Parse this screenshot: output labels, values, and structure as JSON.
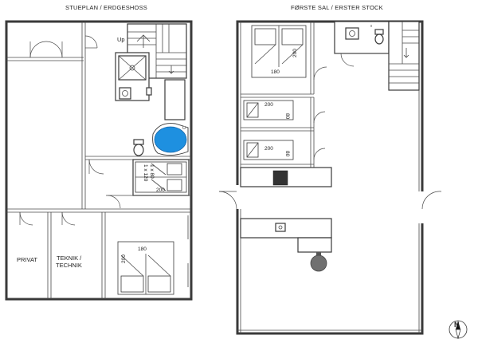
{
  "titles": {
    "ground_floor": "STUEPLAN / ERDGESHOSS",
    "first_floor": "FØRSTE SAL / ERSTER STOCK"
  },
  "stair_label": "Up",
  "rooms": {
    "privat": "PRIVAT",
    "teknik_line1": "TEKNIK /",
    "teknik_line2": "TECHNIK"
  },
  "bed_labels": {
    "ground_top_line1": "1 x 80",
    "ground_top_line2": "1 x 120",
    "ground_top_len": "200",
    "ground_bottom_width": "180",
    "ground_bottom_len": "200",
    "first_top_width": "180",
    "first_top_len": "200",
    "first_mid_len": "200",
    "first_mid_width": "80",
    "first_low_len": "200",
    "first_low_width": "80"
  },
  "compass": {
    "letter": "N"
  },
  "colors": {
    "walls": "#3a3a3a",
    "bathtub": "#1e90e0",
    "hob": "#333333",
    "background": "#ffffff"
  }
}
